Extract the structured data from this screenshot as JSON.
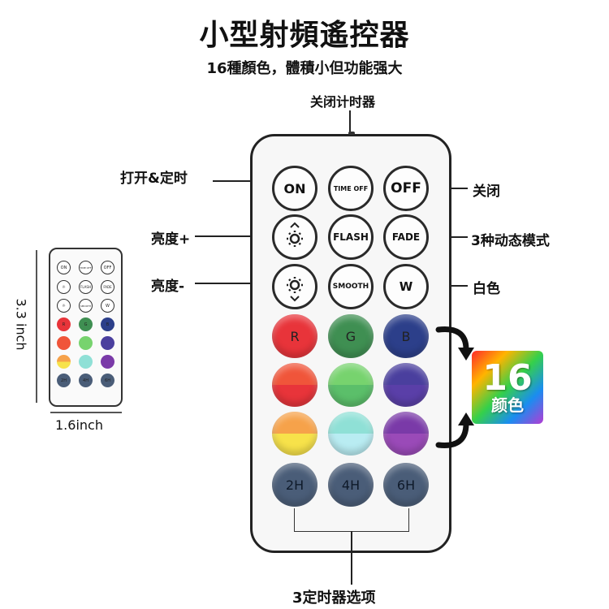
{
  "title": "小型射頻遙控器",
  "subtitle": "16種顏色，體積小但功能强大",
  "labels": {
    "timer_off": "关闭计时器",
    "on_timer": "打开&定时",
    "off": "关闭",
    "brightness_up": "亮度+",
    "brightness_down": "亮度-",
    "modes": "3种动态模式",
    "white": "白色",
    "timer_options": "3定时器选项"
  },
  "buttons": {
    "on": "ON",
    "time_off": "TIME OFF",
    "off": "OFF",
    "flash": "FLASH",
    "fade": "FADE",
    "smooth": "SMOOTH",
    "w": "W",
    "r": "R",
    "g": "G",
    "b": "B",
    "h2": "2H",
    "h4": "4H",
    "h6": "6H"
  },
  "badge": {
    "number": "16",
    "text": "颜色"
  },
  "dimensions": {
    "height": "3.3 inch",
    "width": "1.6inch"
  },
  "mini_buttons": {
    "on": "ON",
    "time_off": "TIME OFF",
    "off": "OFF",
    "flash": "FLASH",
    "fade": "FADE",
    "smooth": "SMOOTH",
    "w": "W",
    "r": "R",
    "g": "G",
    "b": "B",
    "h2": "2H",
    "h4": "4H",
    "h6": "6H"
  },
  "colors": {
    "red": "#e8343a",
    "green": "#3f8f52",
    "blue": "#2c3f8a",
    "orange_red": "#f0553a",
    "light_green": "#77d36e",
    "purple_blue": "#4a3f9e",
    "orange": "#f6a24a",
    "cyan": "#8fe0d6",
    "purple": "#7a3aa8",
    "timer": "#4a5d78"
  }
}
